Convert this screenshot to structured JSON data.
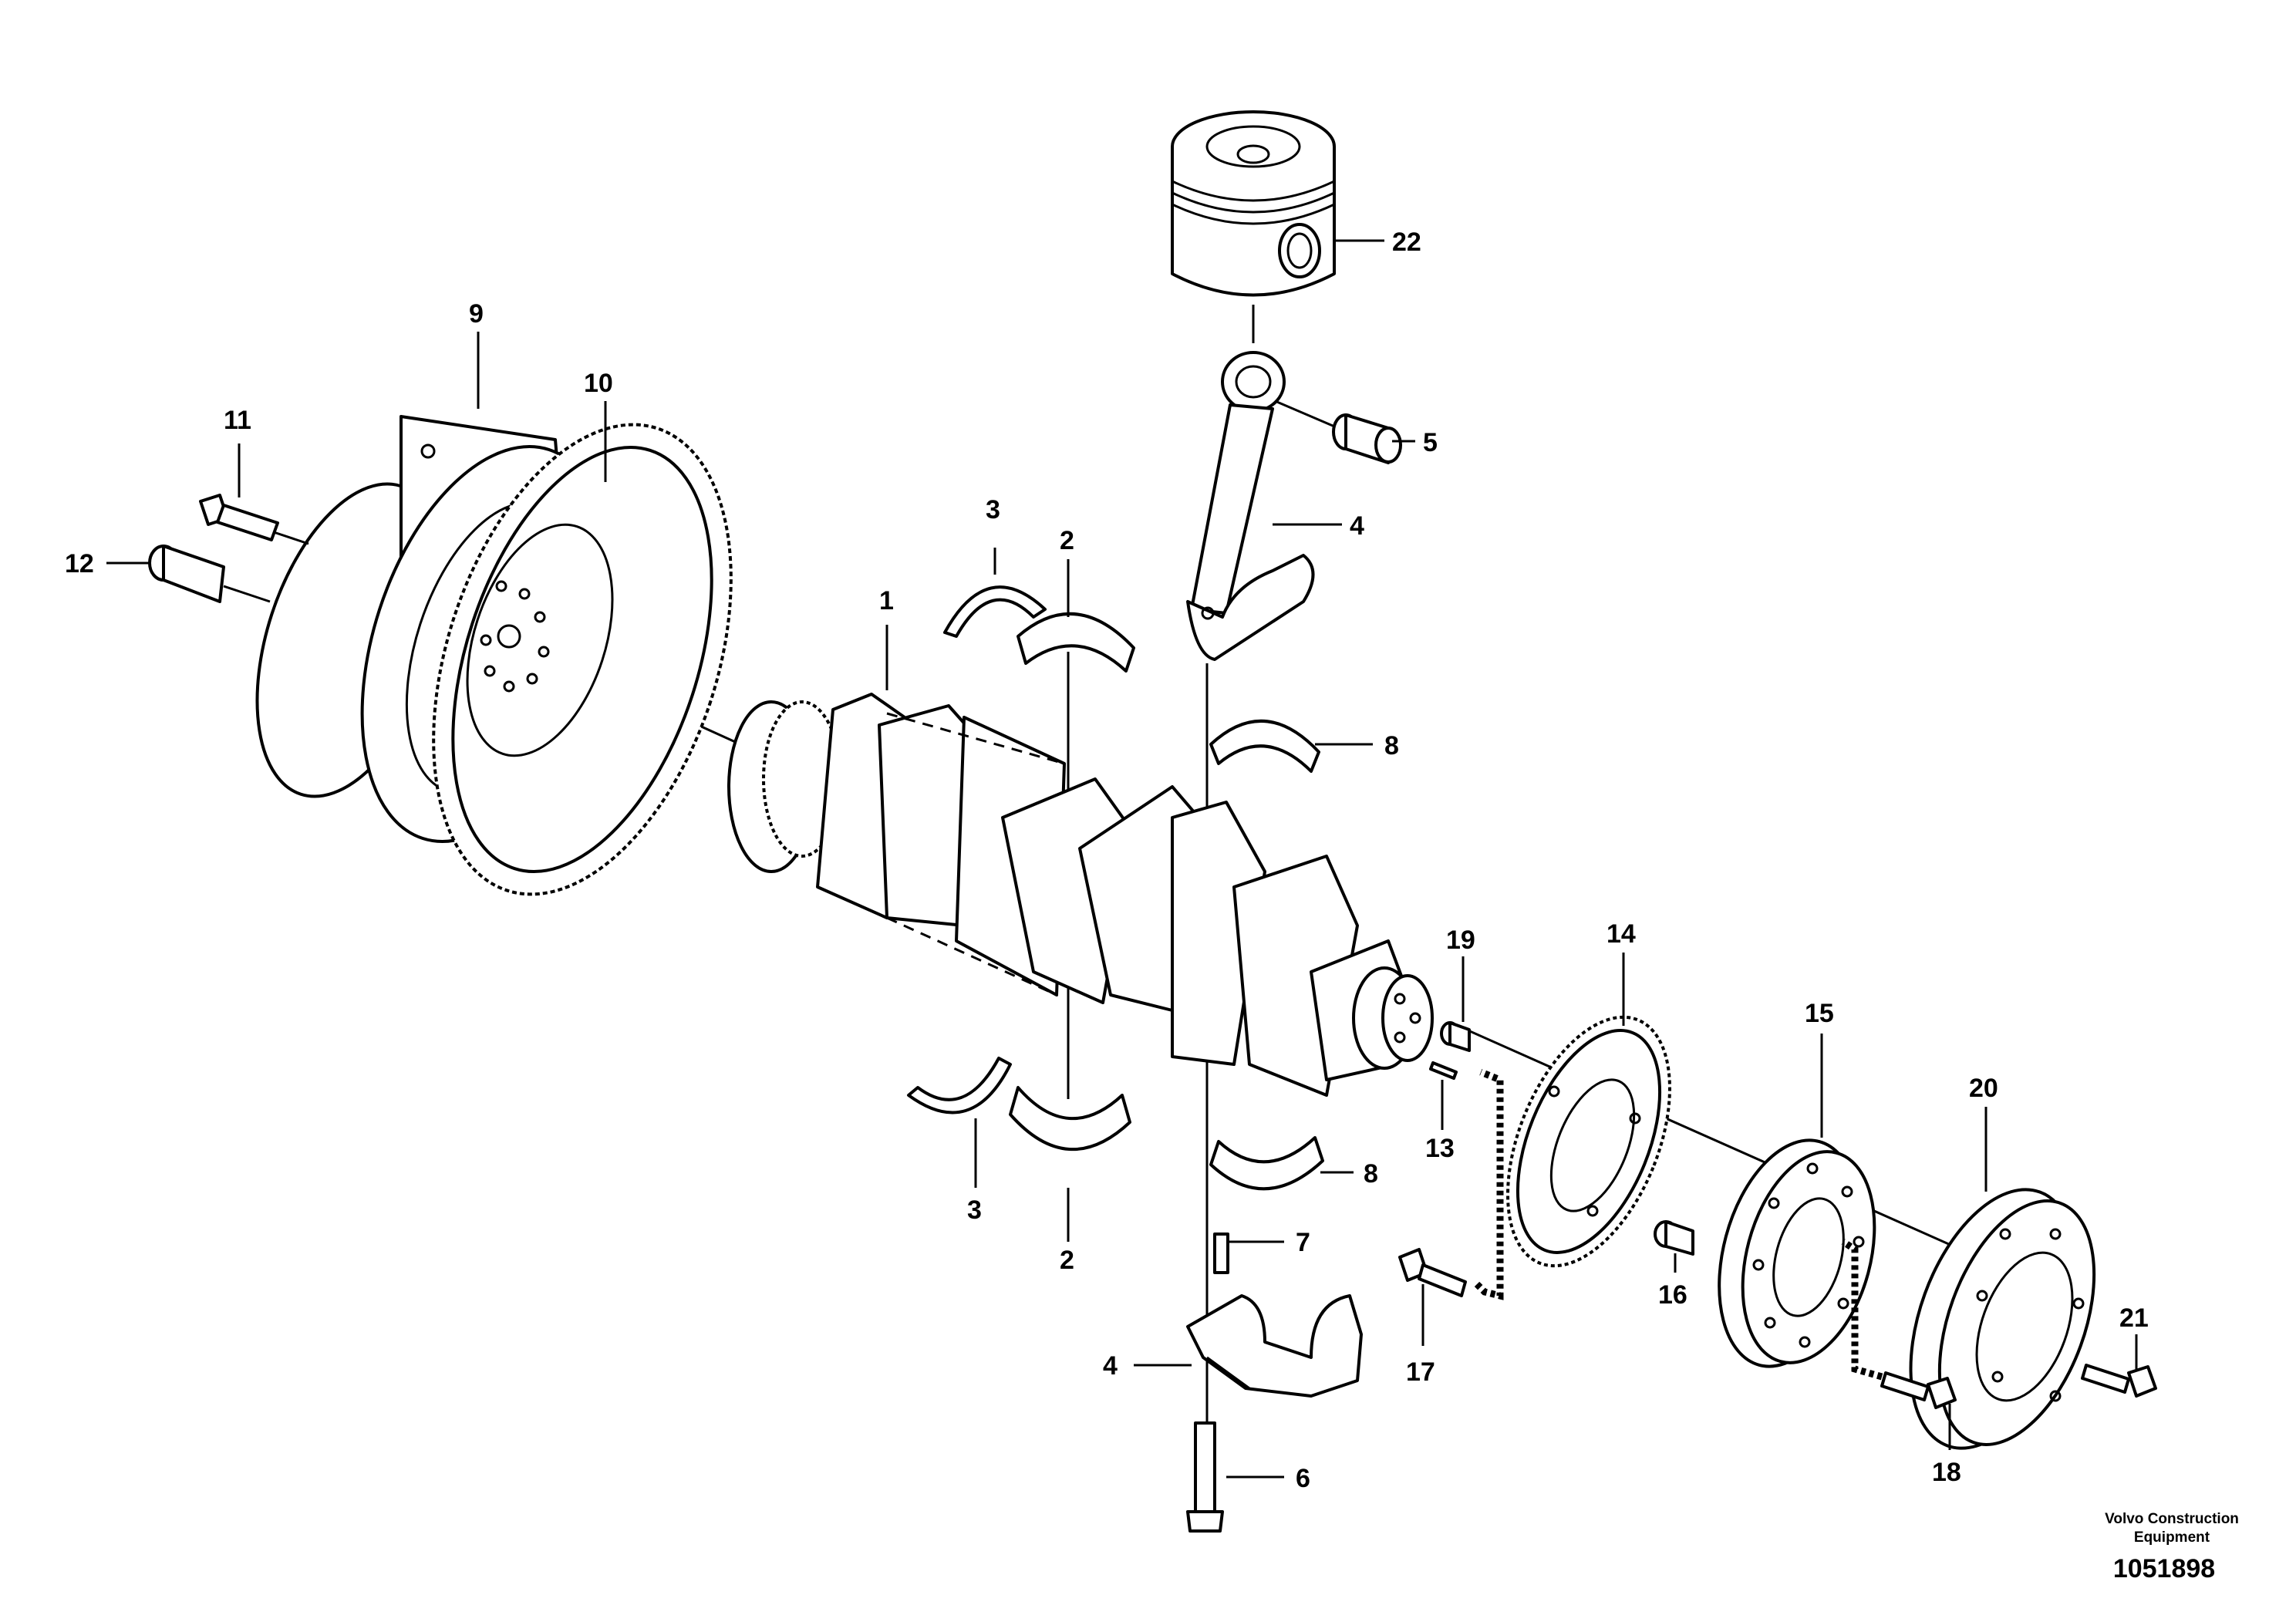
{
  "callouts": {
    "c1": "1",
    "c2a": "2",
    "c2b": "2",
    "c3a": "3",
    "c3b": "3",
    "c4a": "4",
    "c4b": "4",
    "c5": "5",
    "c6": "6",
    "c7": "7",
    "c8a": "8",
    "c8b": "8",
    "c9": "9",
    "c10": "10",
    "c11": "11",
    "c12": "12",
    "c13": "13",
    "c14": "14",
    "c15": "15",
    "c16": "16",
    "c17": "17",
    "c18": "18",
    "c19": "19",
    "c20": "20",
    "c21": "21",
    "c22": "22"
  },
  "footer": {
    "brand_line1": "Volvo Construction",
    "brand_line2": "Equipment",
    "drawing_number": "1051898"
  }
}
